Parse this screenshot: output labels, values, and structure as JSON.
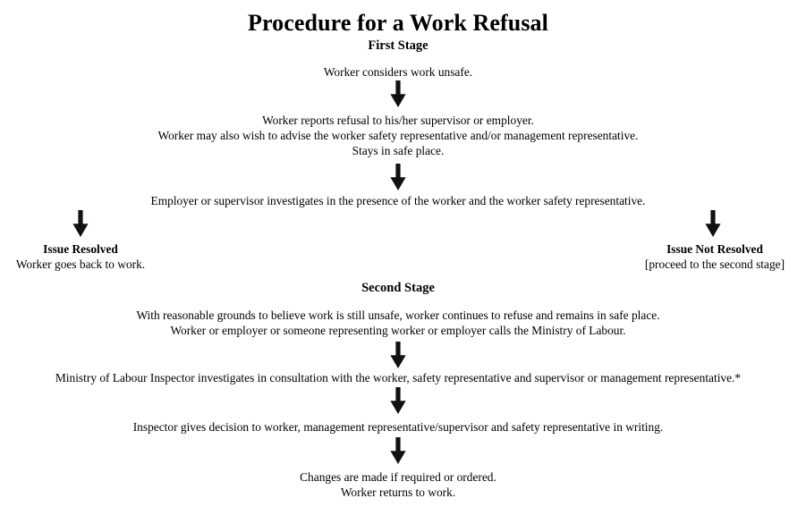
{
  "document": {
    "title": "Procedure for a Work Refusal",
    "background_color": "#ffffff",
    "text_color": "#000000"
  },
  "icons": {
    "down_arrow": "down-arrow-icon"
  },
  "first_stage": {
    "heading": "First Stage",
    "steps": [
      {
        "lines": [
          "Worker considers work unsafe."
        ]
      },
      {
        "lines": [
          "Worker reports refusal to his/her supervisor or employer.",
          "Worker may also wish to advise the worker safety representative and/or management representative.",
          "Stays in safe place."
        ]
      },
      {
        "lines": [
          "Employer or supervisor investigates in the presence of the worker and the worker safety representative."
        ]
      }
    ]
  },
  "branches": {
    "left": {
      "title": "Issue Resolved",
      "subtitle": "Worker goes back to work."
    },
    "right": {
      "title": "Issue Not Resolved",
      "subtitle": "[proceed to the second stage]"
    }
  },
  "second_stage": {
    "heading": "Second Stage",
    "steps": [
      {
        "lines": [
          "With reasonable grounds to believe work is still unsafe, worker continues to refuse and remains in safe place.",
          "Worker or employer or someone representing worker or employer calls the Ministry of Labour."
        ]
      },
      {
        "lines": [
          "Ministry of Labour Inspector investigates in consultation with the worker, safety representative and supervisor or management representative.*"
        ]
      },
      {
        "lines": [
          "Inspector gives decision to worker, management representative/supervisor and safety representative in writing."
        ]
      },
      {
        "lines": [
          "Changes are made if required or ordered.",
          "Worker returns to work."
        ]
      }
    ]
  }
}
